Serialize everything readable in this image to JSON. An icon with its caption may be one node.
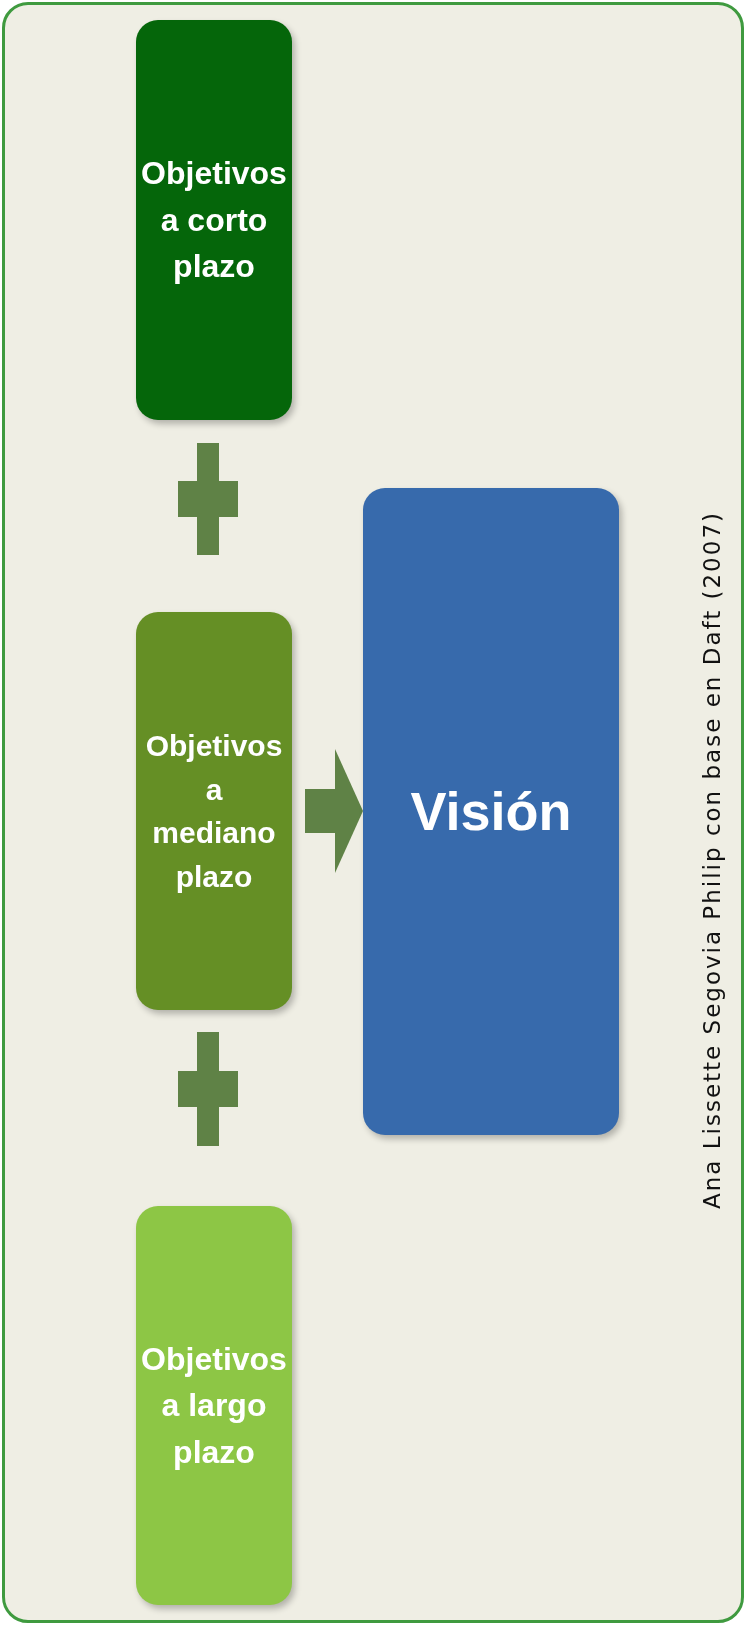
{
  "diagram": {
    "nodes": [
      {
        "text": [
          "Objetivos a corto plazo"
        ]
      },
      {
        "text": [
          "Objetivos a mediano plazo"
        ]
      },
      {
        "text": [
          "Objetivos a largo plazo"
        ]
      },
      {
        "text": [
          "Visión"
        ]
      }
    ],
    "edges": [
      {
        "from": 1,
        "to": 3,
        "arrow": "to"
      }
    ],
    "labels": [
      "Ana Lissette Segovia Philip con base en Daft (2007)"
    ]
  }
}
